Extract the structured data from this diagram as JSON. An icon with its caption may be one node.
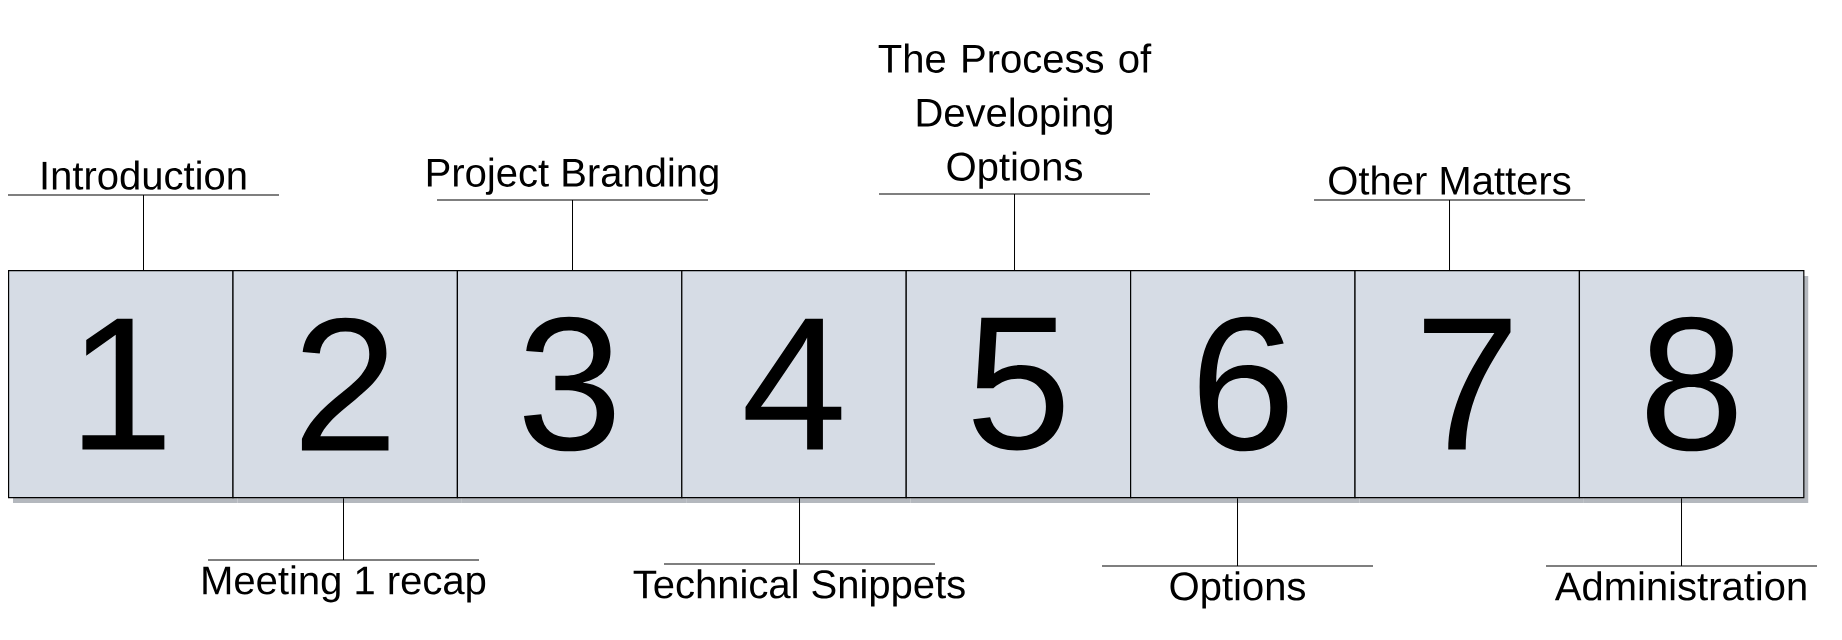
{
  "diagram": {
    "nodes": [
      {
        "text": [
          "1"
        ]
      },
      {
        "text": [
          "2"
        ]
      },
      {
        "text": [
          "3"
        ]
      },
      {
        "text": [
          "4"
        ]
      },
      {
        "text": [
          "5"
        ]
      },
      {
        "text": [
          "6"
        ]
      },
      {
        "text": [
          "7"
        ]
      },
      {
        "text": [
          "8"
        ]
      },
      {
        "text": [
          "Introduction"
        ]
      },
      {
        "text": [
          "Project Branding"
        ]
      },
      {
        "text": [
          "The Process of Developing Options"
        ]
      },
      {
        "text": [
          "Other Matters"
        ]
      },
      {
        "text": [
          "Meeting 1 recap"
        ]
      },
      {
        "text": [
          "Technical Snippets"
        ]
      },
      {
        "text": [
          "Options"
        ]
      },
      {
        "text": [
          "Administration"
        ]
      }
    ],
    "edges": [
      {
        "from": 8,
        "to": 0,
        "arrow": "none"
      },
      {
        "from": 9,
        "to": 2,
        "arrow": "none"
      },
      {
        "from": 10,
        "to": 4,
        "arrow": "none"
      },
      {
        "from": 11,
        "to": 6,
        "arrow": "none"
      },
      {
        "from": 12,
        "to": 1,
        "arrow": "none"
      },
      {
        "from": 13,
        "to": 3,
        "arrow": "none"
      },
      {
        "from": 14,
        "to": 5,
        "arrow": "none"
      },
      {
        "from": 15,
        "to": 7,
        "arrow": "none"
      }
    ]
  }
}
